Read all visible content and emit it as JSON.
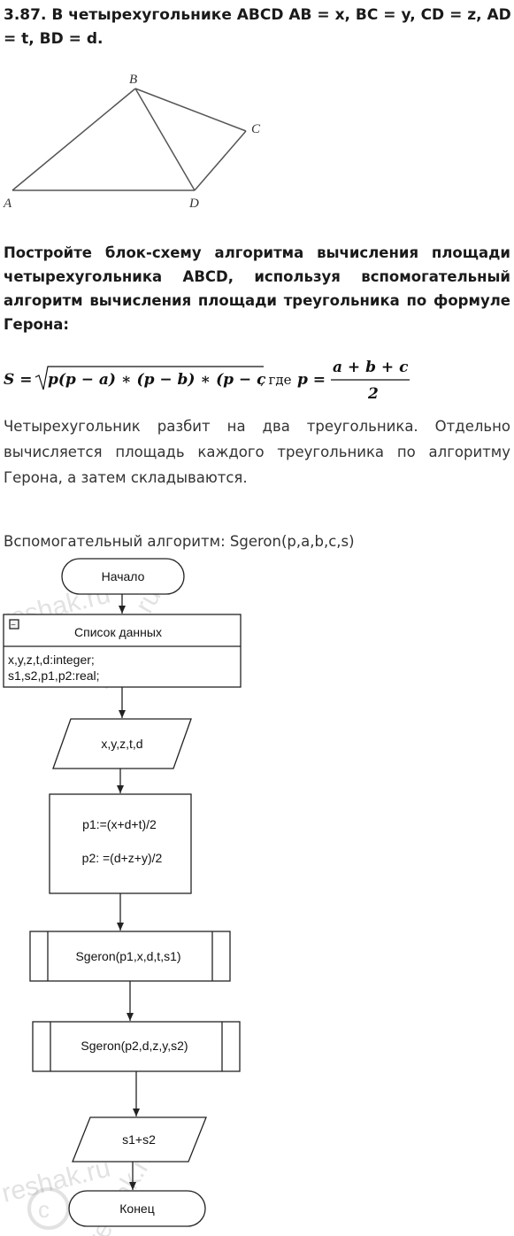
{
  "problem": {
    "title": "3.87. В четырехугольнике ABCD AB = x, BC = y, CD = z, AD = t, BD = d.",
    "task": "Постройте блок-схему алгоритма вычисления площади четырехугольника ABCD, используя вспомогательный алгоритм вычисления площади треугольника по формуле Герона:",
    "explanation": "Четырехугольник разбит на два треугольника. Отдельно вычисляется площадь каждого треугольника по алгоритму Герона, а затем складываются.",
    "aux_algorithm": "Вспомогательный алгоритм: Sgeron(p,a,b,c,s)"
  },
  "formula": {
    "lhs": "S =",
    "radicand": "p(p − a) ∗ (p − b) ∗ (p − c",
    "sep": ", где",
    "p_lhs": "p =",
    "numerator": "a + b + c",
    "denominator": "2"
  },
  "figure": {
    "vertices": {
      "A": "A",
      "B": "B",
      "C": "C",
      "D": "D"
    }
  },
  "flowchart": {
    "start": "Начало",
    "data_list_title": "Список данных",
    "data_list_line1": "x,y,z,t,d:integer;",
    "data_list_line2": "s1,s2,p1,p2:real;",
    "input": "x,y,z,t,d",
    "process_line1": "p1:=(x+d+t)/2",
    "process_line2": "p2: =(d+z+y)/2",
    "call1": "Sgeron(p1,x,d,t,s1)",
    "call2": "Sgeron(p2,d,z,y,s2)",
    "output": "s1+s2",
    "end": "Конец"
  },
  "watermarks": [
    "reshak.ru",
    "reshak.ru"
  ]
}
